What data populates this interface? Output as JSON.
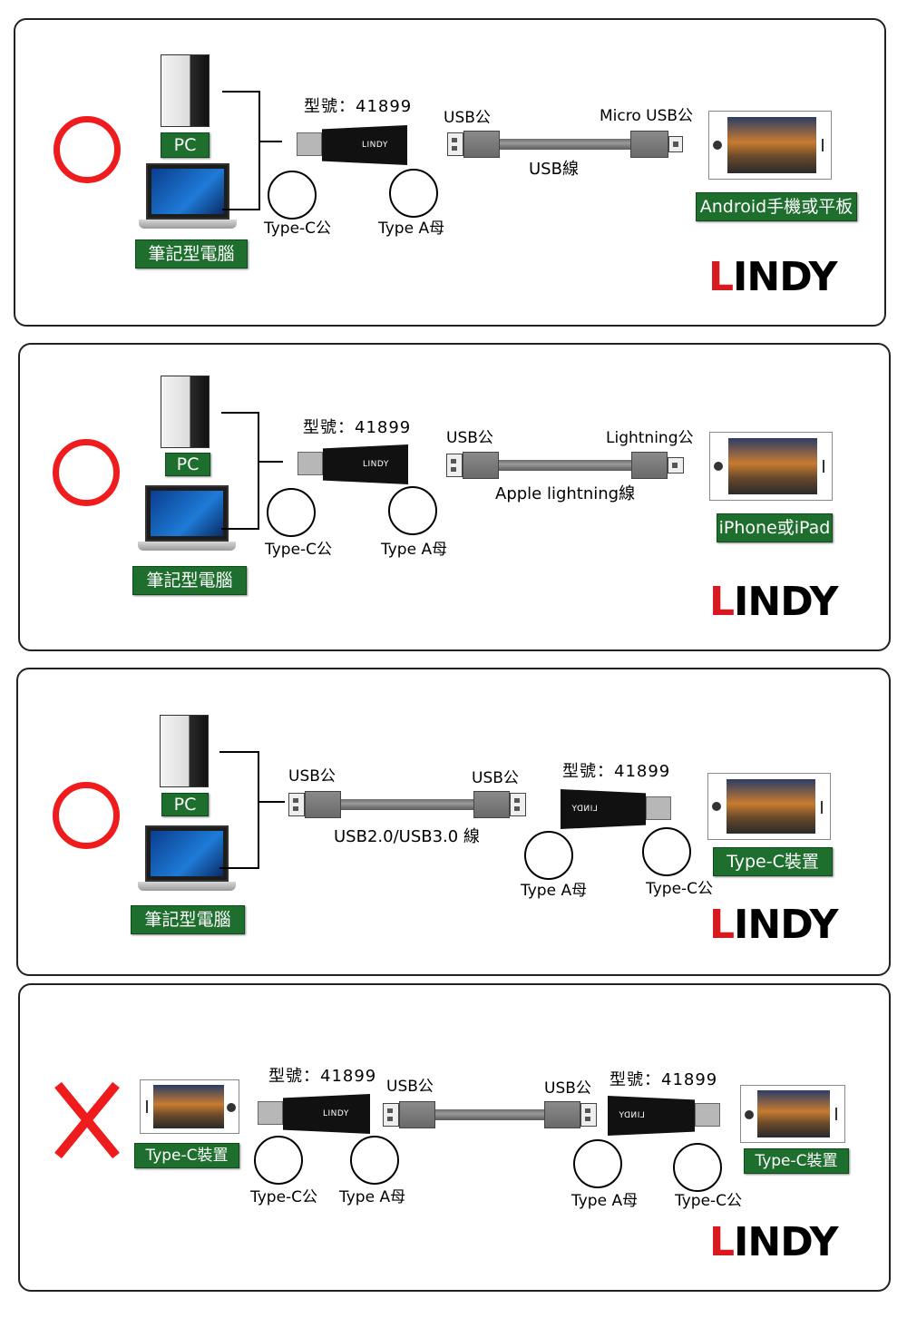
{
  "colors": {
    "ok": "#ee1c1c",
    "label_green": "#1e6e2e",
    "logo_red": "#d71920"
  },
  "brand": {
    "logo_first": "L",
    "logo_rest": "INDY"
  },
  "panels": [
    {
      "status": "ok",
      "pc_label": "PC",
      "laptop_label": "筆記型電腦",
      "model": "型號：41899",
      "typec_male": "Type-C公",
      "typea_female": "Type A母",
      "cable_left": "USB公",
      "cable_right": "Micro USB公",
      "cable_name": "USB線",
      "device_label": "Android手機或平板"
    },
    {
      "status": "ok",
      "pc_label": "PC",
      "laptop_label": "筆記型電腦",
      "model": "型號：41899",
      "typec_male": "Type-C公",
      "typea_female": "Type A母",
      "cable_left": "USB公",
      "cable_right": "Lightning公",
      "cable_name": "Apple lightning線",
      "device_label": "iPhone或iPad"
    },
    {
      "status": "ok",
      "pc_label": "PC",
      "laptop_label": "筆記型電腦",
      "cable_left": "USB公",
      "cable_right": "USB公",
      "cable_name": "USB2.0/USB3.0 線",
      "model": "型號：41899",
      "typea_female": "Type A母",
      "typec_male": "Type-C公",
      "device_label": "Type-C裝置"
    },
    {
      "status": "not_ok",
      "device_left_label": "Type-C裝置",
      "model_left": "型號：41899",
      "typec_male_left": "Type-C公",
      "typea_female_left": "Type A母",
      "cable_left": "USB公",
      "cable_right": "USB公",
      "model_right": "型號：41899",
      "typea_female_right": "Type A母",
      "typec_male_right": "Type-C公",
      "device_right_label": "Type-C裝置"
    }
  ]
}
